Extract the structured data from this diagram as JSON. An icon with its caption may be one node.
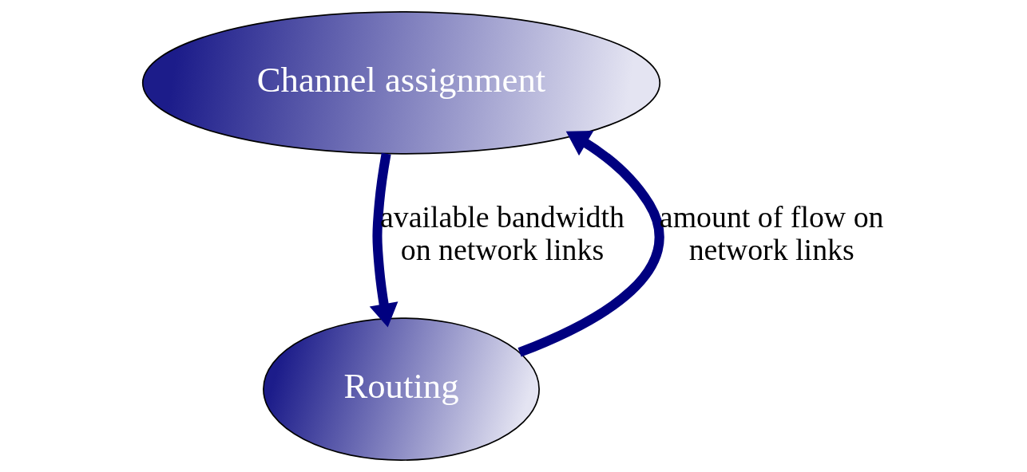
{
  "diagram": {
    "nodes": [
      {
        "text": [
          "Channel assignment"
        ]
      },
      {
        "text": [
          "Routing"
        ]
      }
    ],
    "edges": [
      {
        "from": 0,
        "to": 1,
        "arrow": "to",
        "label": "available bandwidth on network links"
      },
      {
        "from": 1,
        "to": 0,
        "arrow": "to",
        "label": "amount of flow on network links"
      }
    ]
  }
}
